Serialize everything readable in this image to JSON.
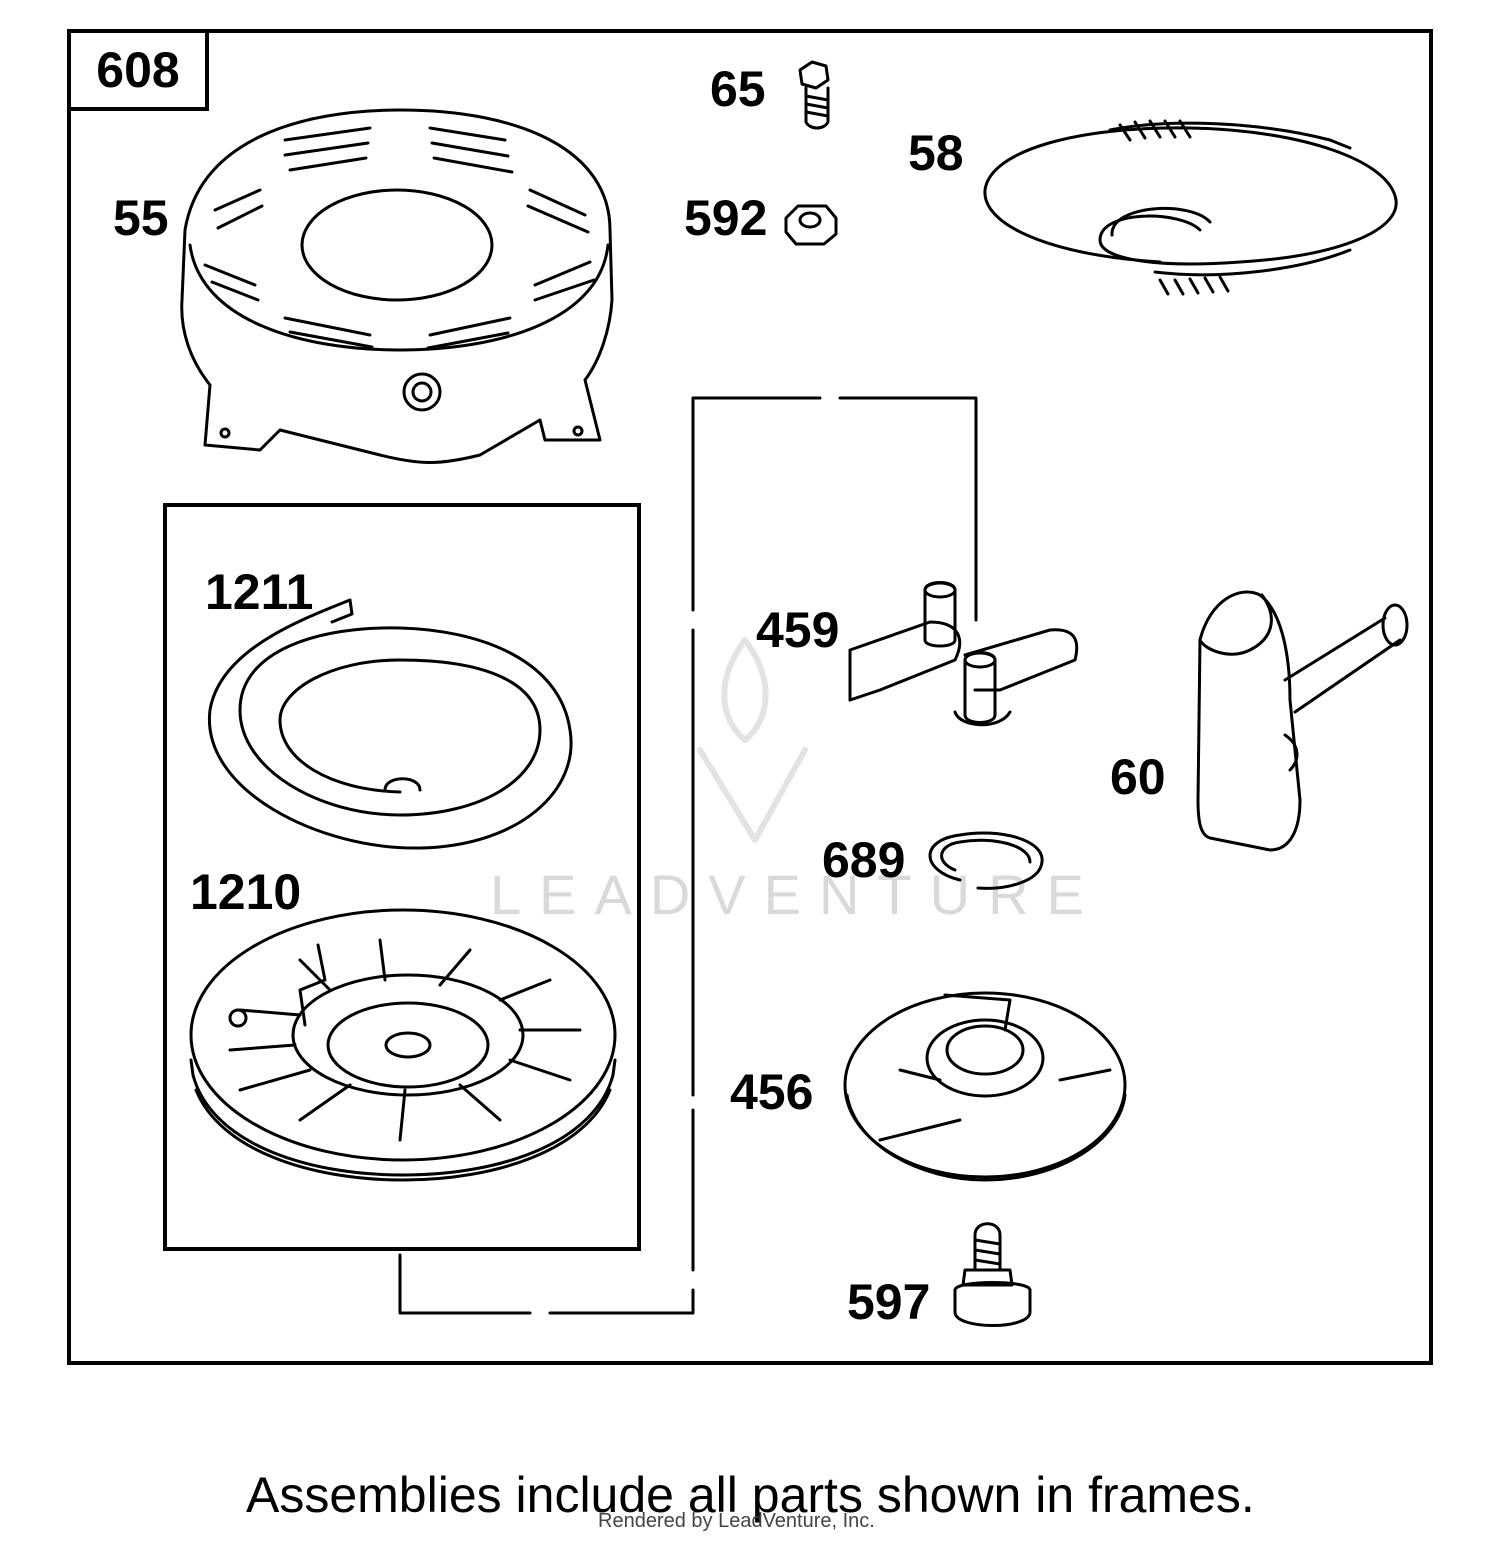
{
  "assembly": {
    "id": "608"
  },
  "parts": {
    "p55": "55",
    "p65": "65",
    "p592": "592",
    "p58": "58",
    "p1211": "1211",
    "p1210": "1210",
    "p459": "459",
    "p60": "60",
    "p689": "689",
    "p456": "456",
    "p597": "597"
  },
  "footer": {
    "note": "Assemblies include all parts shown in frames.",
    "credit": "Rendered by LeadVenture, Inc."
  },
  "watermark": {
    "text": "LEADVENTURE"
  }
}
